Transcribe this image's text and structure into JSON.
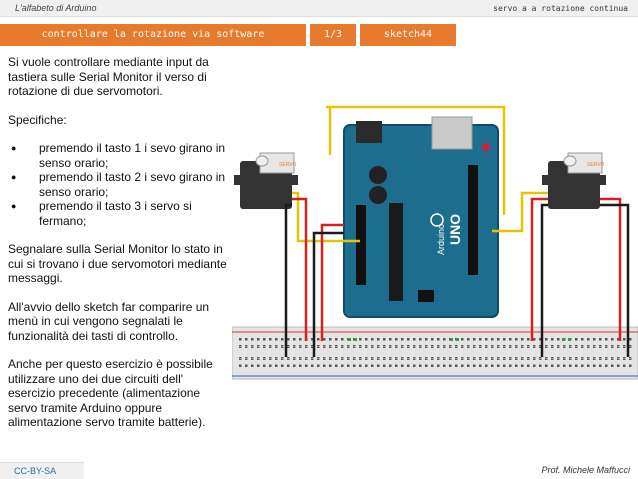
{
  "header": {
    "course": "L'alfabeto di Arduino",
    "topic": "servo a a rotazione continua"
  },
  "titlebar": {
    "title": "controllare la rotazione via software",
    "counter": "1/3",
    "sketch": "sketch44"
  },
  "content": {
    "intro": "Si vuole controllare mediante input da tastiera sulle Serial Monitor il verso di rotazione di due servomotori.",
    "spec_heading": "Specifiche:",
    "specs": [
      "premendo il tasto 1 i sevo girano in senso orario;",
      "premendo il tasto 2 i sevo girano in senso orario;",
      "premendo il tasto 3 i servo si fermano;"
    ],
    "para2": "Segnalare sulla Serial Monitor lo stato in cui si trovano i due servomotori mediante messaggi.",
    "para3": "All'avvio dello sketch far comparire un menù in cui vengono segnalati le funzionalità dei tasti di controllo.",
    "para4": "Anche per questo esercizio è possibile utilizzare uno dei due circuiti dell' esercizio precedente (alimentazione servo tramite Arduino oppure alimentazione servo tramite batterie)."
  },
  "figure": {
    "board_label": "UNO",
    "board_brand": "Arduino",
    "servo_label": "SERVO"
  },
  "footer": {
    "license": "CC-BY-SA",
    "author": "Prof. Michele Maffucci"
  },
  "colors": {
    "accent": "#e87a2e",
    "board": "#1d6e8e",
    "wire_red": "#d62020",
    "wire_black": "#1a1a1a",
    "wire_yellow": "#e6c500"
  }
}
